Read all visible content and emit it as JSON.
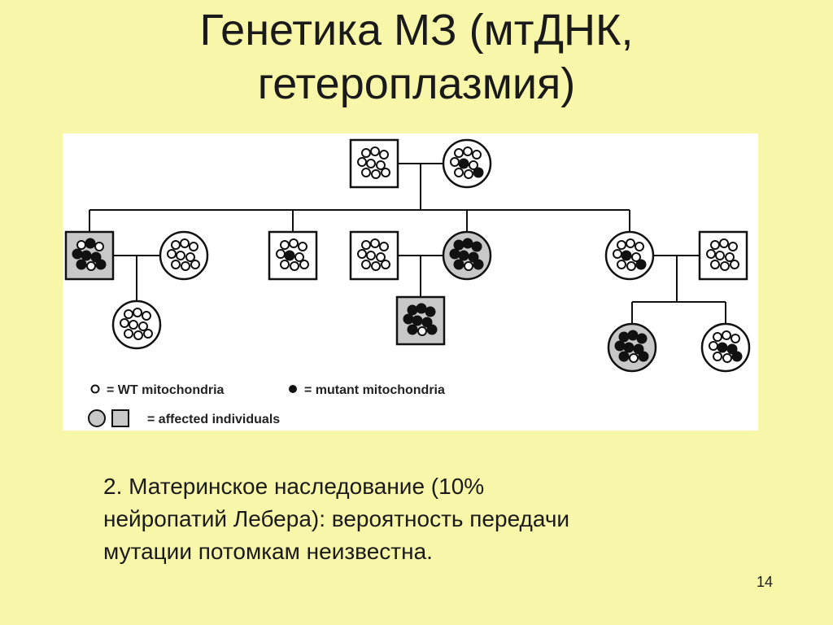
{
  "slide": {
    "title_lines": [
      "Генетика МЗ (мтДНК,",
      "гетероплазмия)"
    ],
    "note_lines": [
      "2. Материнское наследование (10%",
      "нейропатий Лебера): вероятность передачи",
      "мутации потомкам неизвестна."
    ],
    "page_number": "14"
  },
  "pedigree": {
    "colors": {
      "affected_fill": "#c8c8c8",
      "unaffected_fill": "#ffffff",
      "outline": "#111111",
      "mutant": "#111111",
      "wild_type": "#ffffff"
    },
    "individuals": [
      {
        "id": "grandfather",
        "generation": 1,
        "sex": "male",
        "affected": false,
        "mutant": 0,
        "wild_type": 9
      },
      {
        "id": "grandmother",
        "generation": 1,
        "sex": "female",
        "affected": false,
        "mutant": 2,
        "wild_type": 7
      },
      {
        "id": "son-1",
        "generation": 2,
        "sex": "male",
        "affected": true,
        "mutant": 6,
        "wild_type": 3
      },
      {
        "id": "son-1-spouse",
        "generation": 2,
        "sex": "female",
        "affected": false,
        "mutant": 0,
        "wild_type": 9
      },
      {
        "id": "son-2",
        "generation": 2,
        "sex": "male",
        "affected": false,
        "mutant": 1,
        "wild_type": 8
      },
      {
        "id": "daughter-1-spouse",
        "generation": 2,
        "sex": "male",
        "affected": false,
        "mutant": 0,
        "wild_type": 9
      },
      {
        "id": "daughter-1",
        "generation": 2,
        "sex": "female",
        "affected": true,
        "mutant": 8,
        "wild_type": 1
      },
      {
        "id": "daughter-2",
        "generation": 2,
        "sex": "female",
        "affected": false,
        "mutant": 2,
        "wild_type": 7
      },
      {
        "id": "daughter-2-spouse",
        "generation": 2,
        "sex": "male",
        "affected": false,
        "mutant": 0,
        "wild_type": 9
      },
      {
        "id": "son-1-daughter",
        "generation": 3,
        "sex": "female",
        "affected": false,
        "mutant": 0,
        "wild_type": 9
      },
      {
        "id": "daughter-1-son",
        "generation": 3,
        "sex": "male",
        "affected": true,
        "mutant": 8,
        "wild_type": 1
      },
      {
        "id": "daughter-2-daughter-1",
        "generation": 3,
        "sex": "female",
        "affected": true,
        "mutant": 8,
        "wild_type": 1
      },
      {
        "id": "daughter-2-daughter-2",
        "generation": 3,
        "sex": "female",
        "affected": false,
        "mutant": 3,
        "wild_type": 6
      }
    ],
    "legend": {
      "wt_label": "= WT mitochondria",
      "mutant_label": "= mutant mitochondria",
      "affected_label": "= affected individuals"
    }
  }
}
